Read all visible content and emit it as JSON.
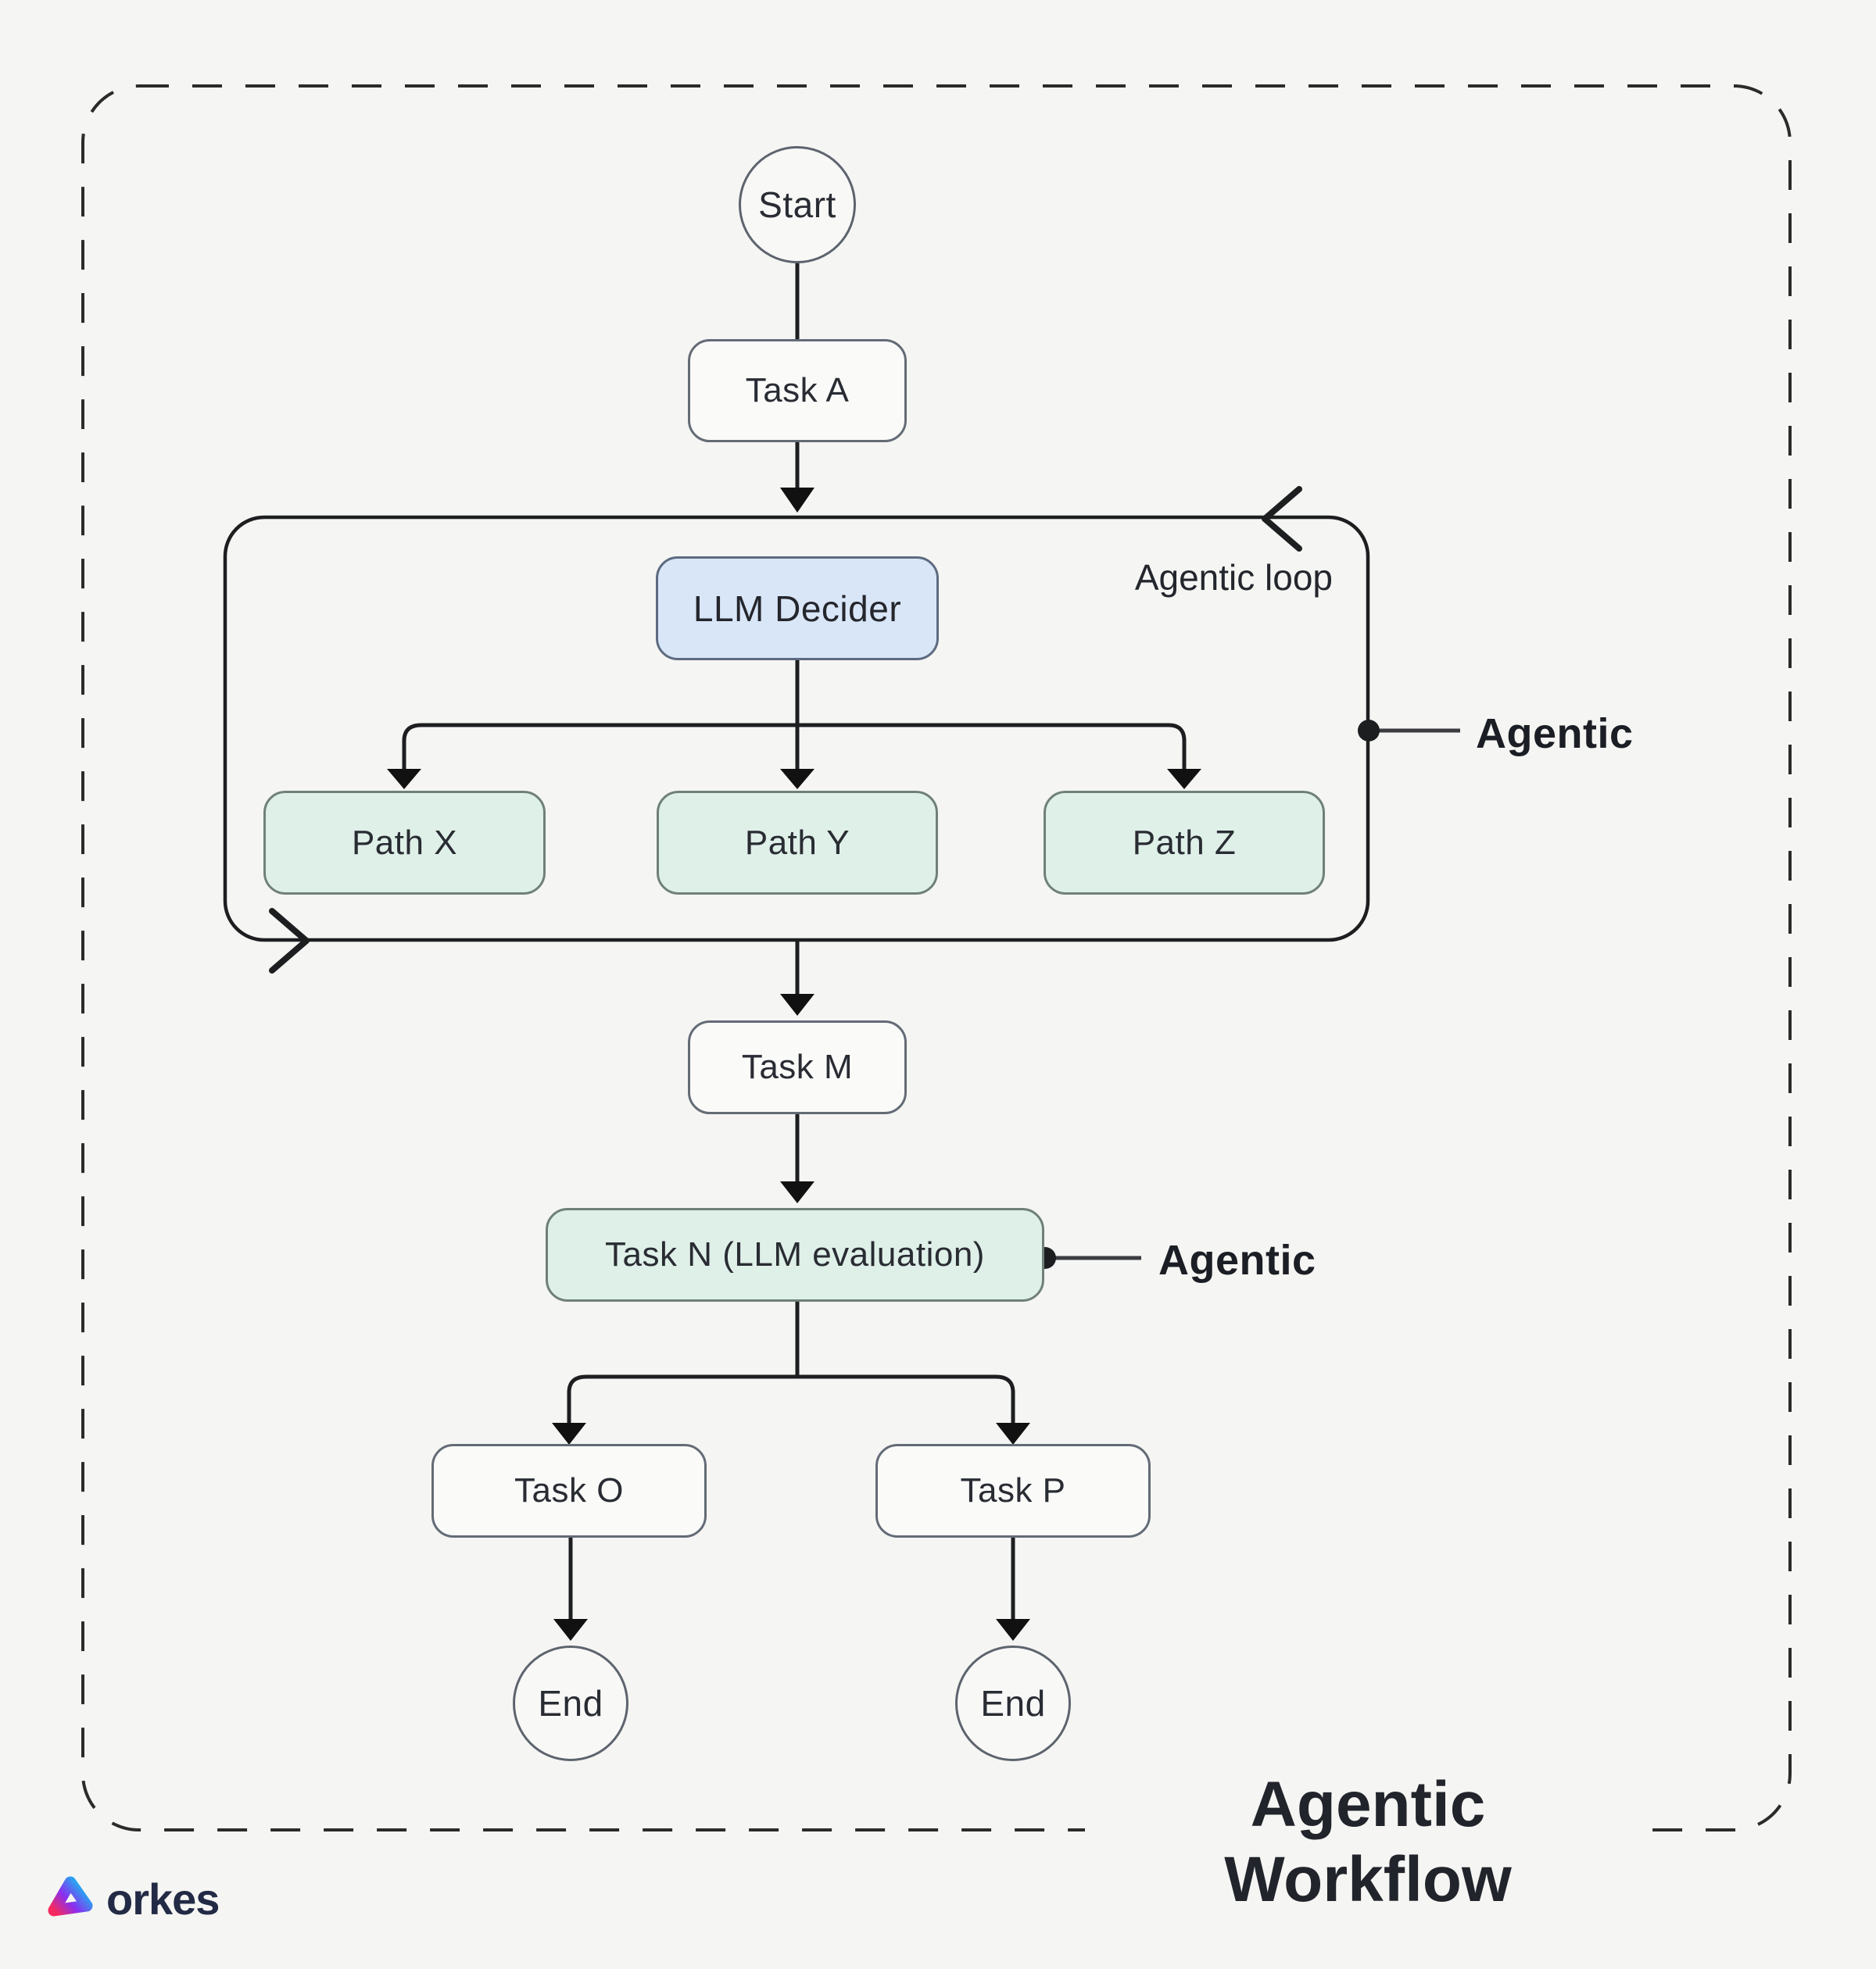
{
  "diagram": {
    "title": "Agentic Workflow",
    "background": "#f5f5f3",
    "line_color": "#1d1e20",
    "accent_blue_fill": "#d9e6f8",
    "accent_green_fill": "#dff0e8"
  },
  "nodes": {
    "start": {
      "label": "Start",
      "shape": "circle"
    },
    "task_a": {
      "label": "Task A",
      "shape": "rect"
    },
    "llm_decider": {
      "label": "LLM Decider",
      "shape": "rect",
      "fill": "#d9e6f8"
    },
    "path_x": {
      "label": "Path X",
      "shape": "rect",
      "fill": "#dff0e8"
    },
    "path_y": {
      "label": "Path Y",
      "shape": "rect",
      "fill": "#dff0e8"
    },
    "path_z": {
      "label": "Path Z",
      "shape": "rect",
      "fill": "#dff0e8"
    },
    "task_m": {
      "label": "Task M",
      "shape": "rect"
    },
    "task_n": {
      "label": "Task N (LLM evaluation)",
      "shape": "rect",
      "fill": "#dff0e8"
    },
    "task_o": {
      "label": "Task O",
      "shape": "rect"
    },
    "task_p": {
      "label": "Task P",
      "shape": "rect"
    },
    "end_left": {
      "label": "End",
      "shape": "circle"
    },
    "end_right": {
      "label": "End",
      "shape": "circle"
    }
  },
  "annotations": {
    "agentic_loop": "Agentic loop",
    "agentic_at_loop": "Agentic",
    "agentic_at_task_n": "Agentic",
    "title": "Agentic Workflow"
  },
  "branding": {
    "logo_text": "orkes",
    "logo_colors": [
      "#f62a5e",
      "#8a2ff0",
      "#18b9f2"
    ]
  }
}
